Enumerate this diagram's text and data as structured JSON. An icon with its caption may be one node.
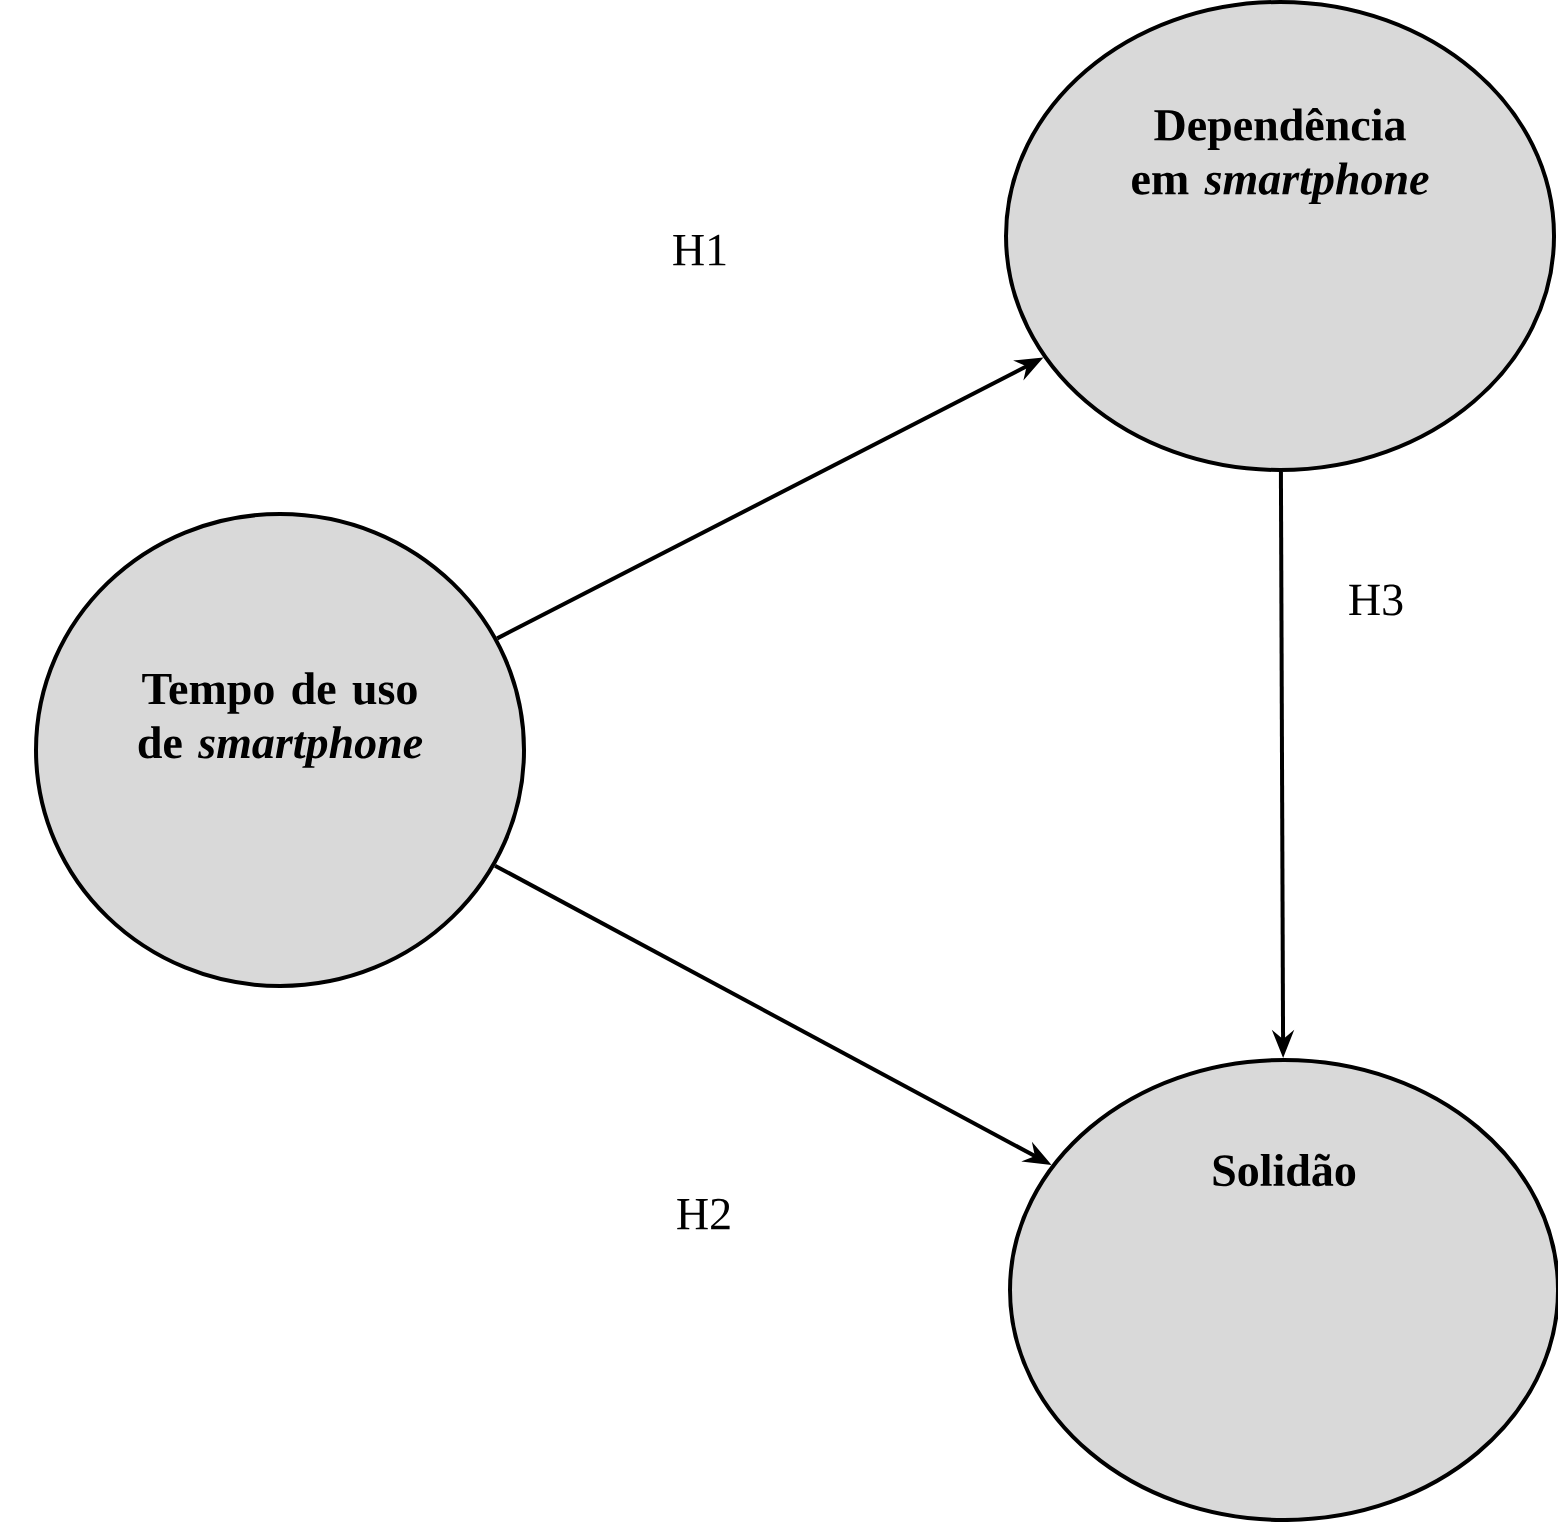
{
  "diagram": {
    "nodes": [
      {
        "text": [
          "Tempo de uso de *smartphone*"
        ]
      },
      {
        "text": [
          "Dependência em *smartphone*"
        ]
      },
      {
        "text": [
          "Solidão"
        ]
      }
    ],
    "edges": [
      {
        "from": 0,
        "to": 1,
        "arrow": "to",
        "label": "H1"
      },
      {
        "from": 0,
        "to": 2,
        "arrow": "to",
        "label": "H2"
      },
      {
        "from": 1,
        "to": 2,
        "arrow": "to",
        "label": "H3"
      }
    ]
  }
}
